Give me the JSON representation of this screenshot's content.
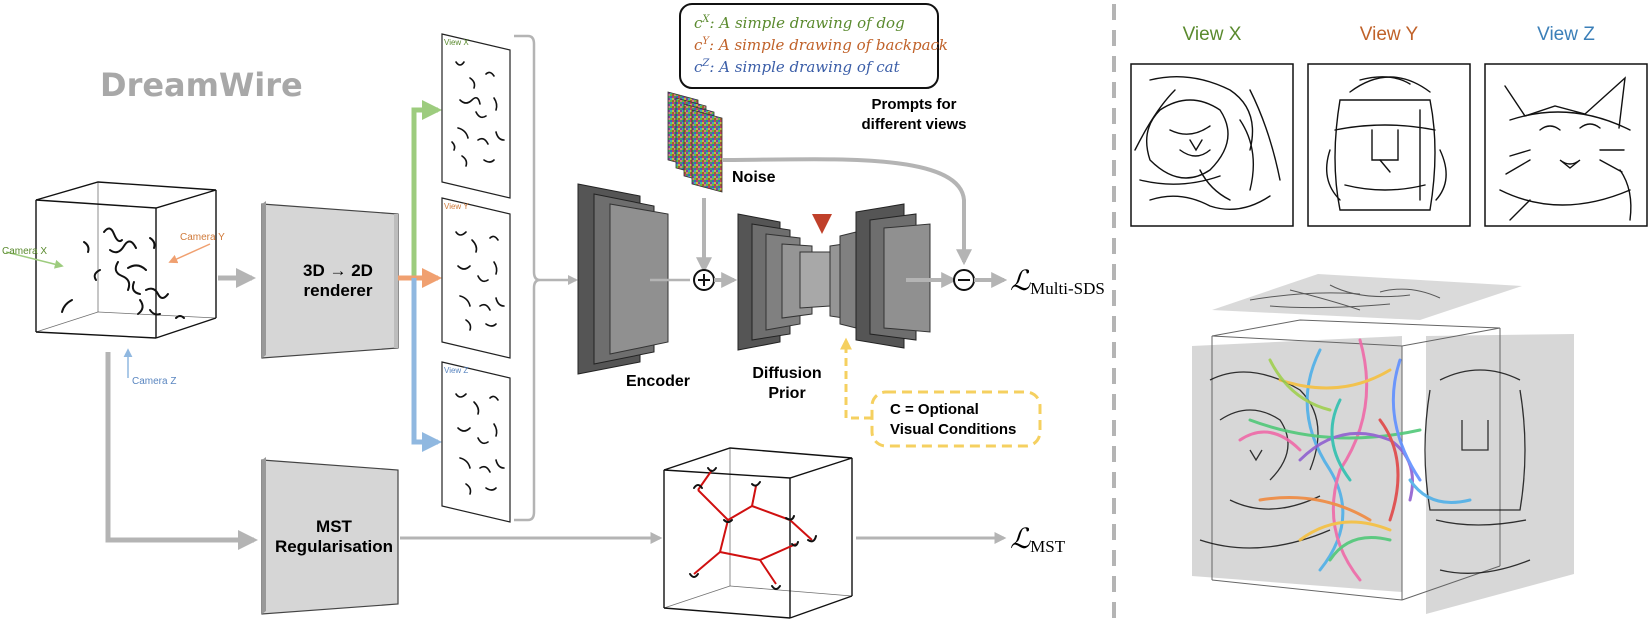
{
  "title": "DreamWire",
  "cameras": {
    "x": "Camera X",
    "y": "Camera Y",
    "z": "Camera Z"
  },
  "renderer_label_line1": "3D → 2D",
  "renderer_label_line2": "renderer",
  "mst_label_line1": "MST",
  "mst_label_line2": "Regularisation",
  "render_view_labels": {
    "x": "View X",
    "y": "View Y",
    "z": "View Z"
  },
  "encoder_label": "Encoder",
  "noise_label": "Noise",
  "diffusion_label_line1": "Diffusion",
  "diffusion_label_line2": "Prior",
  "prompts_caption_line1": "Prompts for",
  "prompts_caption_line2": "different views",
  "prompts": [
    {
      "sym": "c",
      "sup": "X",
      "text": ": A simple drawing of dog",
      "color": "#5a8a2e"
    },
    {
      "sym": "c",
      "sup": "Y",
      "text": ": A simple drawing of backpack",
      "color": "#c0622a"
    },
    {
      "sym": "c",
      "sup": "Z",
      "text": ": A simple drawing of cat",
      "color": "#3b5ea8"
    }
  ],
  "conditions_line1": "C = Optional",
  "conditions_line2": "Visual Conditions",
  "loss_multi_sds": {
    "symbol": "ℒ",
    "sub": "Multi-SDS"
  },
  "loss_mst": {
    "symbol": "ℒ",
    "sub": "MST"
  },
  "right_panel_views": [
    {
      "label": "View X",
      "color": "#5a8a2e"
    },
    {
      "label": "View Y",
      "color": "#c0622a"
    },
    {
      "label": "View Z",
      "color": "#3b7fb8"
    }
  ],
  "colors": {
    "green": "#9dcc7e",
    "orange": "#f0a070",
    "blue": "#90b8e0",
    "purple": "#8844aa",
    "red": "#c0402a",
    "yellow": "#f5d060",
    "gray_arrow": "#b4b4b4",
    "mst_edge": "#d01010"
  }
}
